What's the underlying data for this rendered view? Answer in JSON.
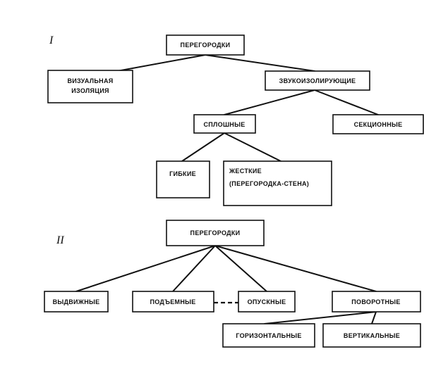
{
  "diagram": {
    "section_1": {
      "numeral": "I",
      "root": "ПЕРЕГОРОДКИ",
      "visual": [
        "ВИЗУАЛЬНАЯ",
        "ИЗОЛЯЦИЯ"
      ],
      "sound": "ЗВУКОИЗОЛИРУЮЩИЕ",
      "solid": "СПЛОШНЫЕ",
      "sectional": "СЕКЦИОННЫЕ",
      "flexible": "ГИБКИЕ",
      "rigid": [
        "ЖЕСТКИЕ",
        "(ПЕРЕГОРОДКА-СТЕНА)"
      ]
    },
    "section_2": {
      "numeral": "II",
      "root": "ПЕРЕГОРОДКИ",
      "sliding": "ВЫДВИЖНЫЕ",
      "lifting": "ПОДЪЕМНЫЕ",
      "lowering": "ОПУСКНЫЕ",
      "rotating": "ПОВОРОТНЫЕ",
      "horizontal": "ГОРИЗОНТАЛЬНЫЕ",
      "vertical": "ВЕРТИКАЛЬНЫЕ"
    }
  }
}
